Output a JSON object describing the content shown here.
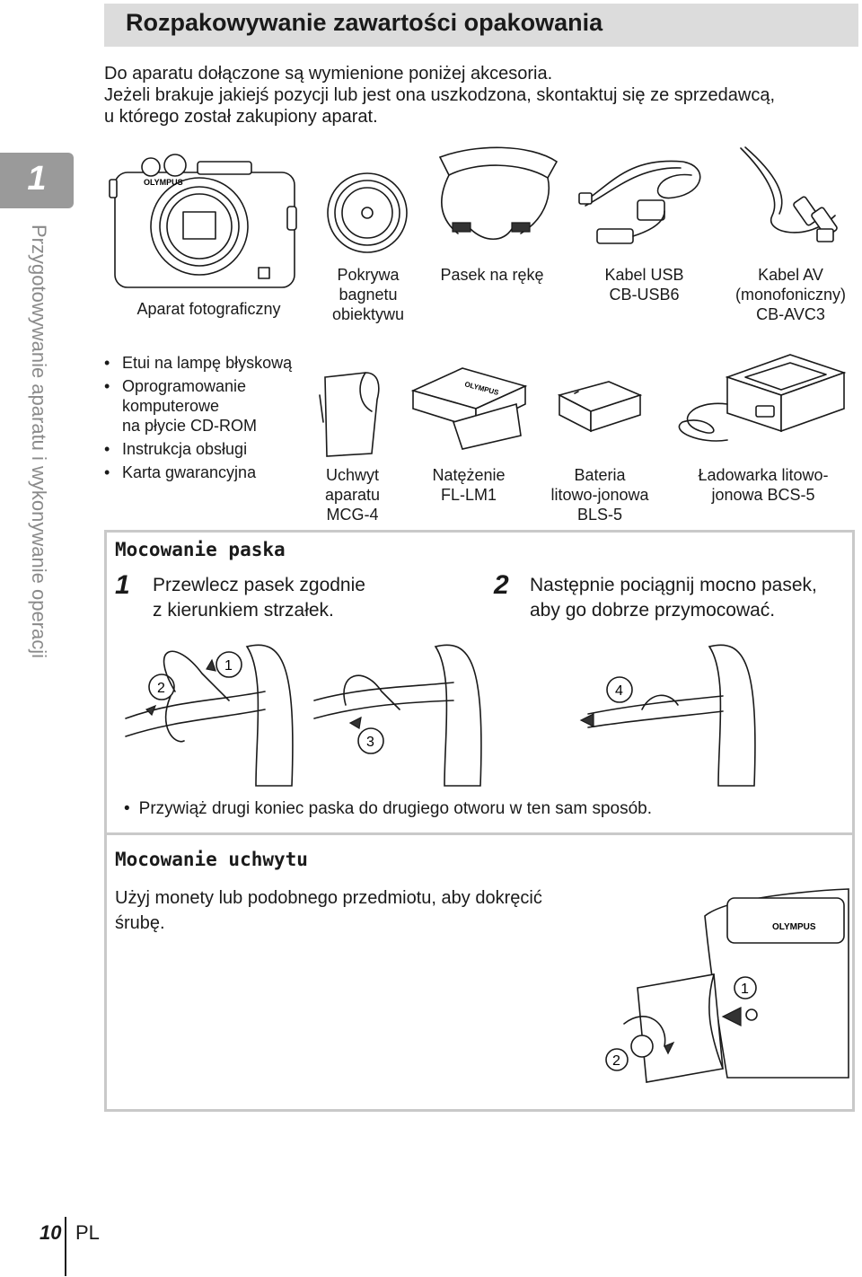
{
  "header": {
    "title": "Rozpakowywanie zawartości opakowania"
  },
  "intro": {
    "line1": "Do aparatu dołączone są wymienione poniżej akcesoria.",
    "line2": "Jeżeli brakuje jakiejś pozycji lub jest ona uszkodzona, skontaktuj się ze sprzedawcą,",
    "line3": "u którego został zakupiony aparat."
  },
  "sidebar": {
    "chapter_number": "1",
    "chapter_title": "Przygotowywanie aparatu i wykonywanie operacji"
  },
  "items": {
    "camera": "Aparat fotograficzny",
    "body_cap": [
      "Pokrywa",
      "bagnetu",
      "obiektywu"
    ],
    "strap": "Pasek na rękę",
    "usb_cable": [
      "Kabel USB",
      "CB-USB6"
    ],
    "av_cable": [
      "Kabel AV",
      "(monofoniczny)",
      "CB-AVC3"
    ],
    "grip": [
      "Uchwyt",
      "aparatu",
      "MCG-4"
    ],
    "flash": [
      "Natężenie",
      "FL-LM1"
    ],
    "battery": [
      "Bateria",
      "litowo-jonowa",
      "BLS-5"
    ],
    "charger": [
      "Ładowarka litowo-",
      "jonowa BCS-5"
    ]
  },
  "other_items": [
    "Etui na lampę błyskową",
    "Oprogramowanie",
    "komputerowe",
    "na płycie CD-ROM",
    "Instrukcja obsługi",
    "Karta gwarancyjna"
  ],
  "strap_section": {
    "title": "Mocowanie paska",
    "step1_num": "1",
    "step1_line1": "Przewlecz pasek zgodnie",
    "step1_line2": "z kierunkiem strzałek.",
    "step2_num": "2",
    "step2_line1": "Następnie pociągnij mocno pasek,",
    "step2_line2": "aby go dobrze przymocować.",
    "callouts": [
      "1",
      "2",
      "3",
      "4"
    ],
    "note": "Przywiąż drugi koniec paska do drugiego otworu w ten sam sposób."
  },
  "grip_section": {
    "title": "Mocowanie uchwytu",
    "line1": "Użyj monety lub podobnego przedmiotu, aby dokręcić",
    "line2": "śrubę.",
    "callouts": [
      "1",
      "2"
    ]
  },
  "illustration_labels": {
    "brand": "OLYMPUS"
  },
  "footer": {
    "page_number": "10",
    "language": "PL"
  }
}
